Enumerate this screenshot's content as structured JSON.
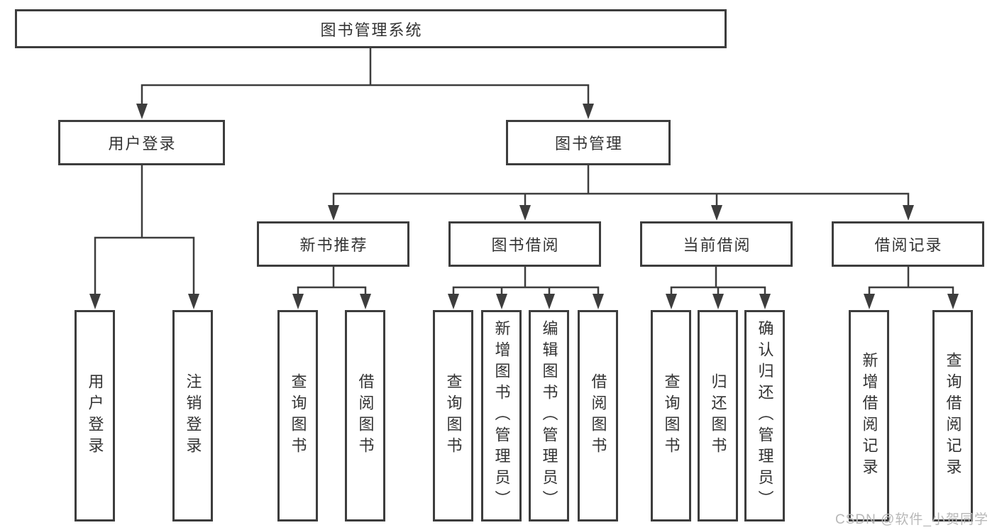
{
  "diagram": {
    "root": {
      "label": "图书管理系统",
      "children": [
        {
          "label": "用户登录",
          "children": [
            {
              "label": "用户登录"
            },
            {
              "label": "注销登录"
            }
          ]
        },
        {
          "label": "图书管理",
          "children": [
            {
              "label": "新书推荐",
              "children": [
                {
                  "label": "查询图书"
                },
                {
                  "label": "借阅图书"
                }
              ]
            },
            {
              "label": "图书借阅",
              "children": [
                {
                  "label": "查询图书"
                },
                {
                  "label": "新增图书（管理员）"
                },
                {
                  "label": "编辑图书（管理员）"
                },
                {
                  "label": "借阅图书"
                }
              ]
            },
            {
              "label": "当前借阅",
              "children": [
                {
                  "label": "查询图书"
                },
                {
                  "label": "归还图书"
                },
                {
                  "label": "确认归还（管理员）"
                }
              ]
            },
            {
              "label": "借阅记录",
              "children": [
                {
                  "label": "新增借阅记录"
                },
                {
                  "label": "查询借阅记录"
                }
              ]
            }
          ]
        }
      ]
    }
  },
  "watermark": {
    "text": "CSDN @软件_小贺同学"
  },
  "colors": {
    "line": "#3d3d3d",
    "box_border": "#3d3d3d",
    "text": "#333333",
    "background": "#ffffff",
    "watermark": "#b8b8b8"
  }
}
